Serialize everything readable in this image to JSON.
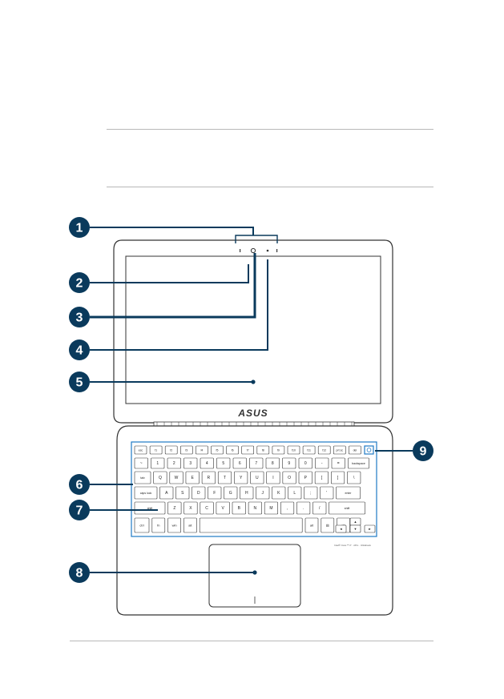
{
  "brand": {
    "logo_text": "ASUS",
    "model_text": "Intel® Core™ i7 · vPro · Ultrabook"
  },
  "keyboard": {
    "fn_row": [
      "esc",
      "f1",
      "f2",
      "f3",
      "f4",
      "f5",
      "f6",
      "f7",
      "f8",
      "f9",
      "f10",
      "f11",
      "f12",
      "prt sc",
      "del",
      ""
    ],
    "num_row": [
      "~",
      "1",
      "2",
      "3",
      "4",
      "5",
      "6",
      "7",
      "8",
      "9",
      "0",
      "-",
      "=",
      "backspace"
    ],
    "q_row": [
      "tab",
      "Q",
      "W",
      "E",
      "R",
      "T",
      "Y",
      "U",
      "I",
      "O",
      "P",
      "[",
      "]",
      "\\"
    ],
    "a_row": [
      "caps lock",
      "A",
      "S",
      "D",
      "F",
      "G",
      "H",
      "J",
      "K",
      "L",
      ";",
      "'",
      "enter"
    ],
    "z_row": [
      "shift",
      "Z",
      "X",
      "C",
      "V",
      "B",
      "N",
      "M",
      ",",
      ".",
      "/",
      "shift"
    ],
    "bottom_row": [
      "ctrl",
      "fn",
      "win",
      "alt",
      "",
      "alt",
      "▤",
      "ctrl"
    ],
    "arrows": [
      "▲",
      "◄",
      "▼",
      "►"
    ]
  },
  "callouts": [
    {
      "num": "1"
    },
    {
      "num": "2"
    },
    {
      "num": "3"
    },
    {
      "num": "4"
    },
    {
      "num": "5"
    },
    {
      "num": "6"
    },
    {
      "num": "7"
    },
    {
      "num": "8"
    },
    {
      "num": "9"
    }
  ],
  "colors": {
    "callout": "#0a3a5c",
    "leader": "#0a3a5c",
    "outline": "#333333",
    "keyboard_highlight": "#1f7ac4"
  }
}
